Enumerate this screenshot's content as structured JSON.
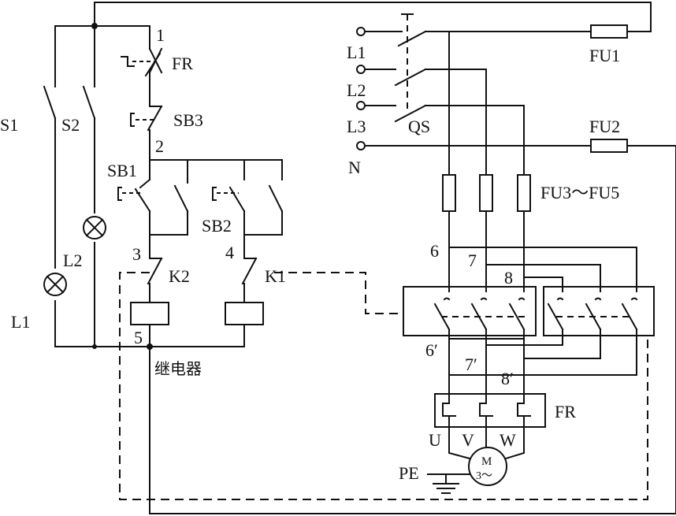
{
  "labels": {
    "s1": "S1",
    "s2": "S2",
    "lamp_l1": "L1",
    "lamp_l2": "L2",
    "node1": "1",
    "fr_top": "FR",
    "sb3": "SB3",
    "node2": "2",
    "sb1": "SB1",
    "sb2": "SB2",
    "node3": "3",
    "node4": "4",
    "k2": "K2",
    "k1": "K1",
    "node5": "5",
    "relay": "继电器",
    "line_l1": "L1",
    "line_l2": "L2",
    "line_l3": "L3",
    "neutral": "N",
    "qs": "QS",
    "fu1": "FU1",
    "fu2": "FU2",
    "fu3_5": "FU3～FU5",
    "node6": "6",
    "node7": "7",
    "node8": "8",
    "node6p": "6′",
    "node7p": "7′",
    "node8p": "8′",
    "fr_bottom": "FR",
    "u": "U",
    "v": "V",
    "w": "W",
    "pe": "PE",
    "motor_m": "M",
    "motor_phase": "3～"
  }
}
